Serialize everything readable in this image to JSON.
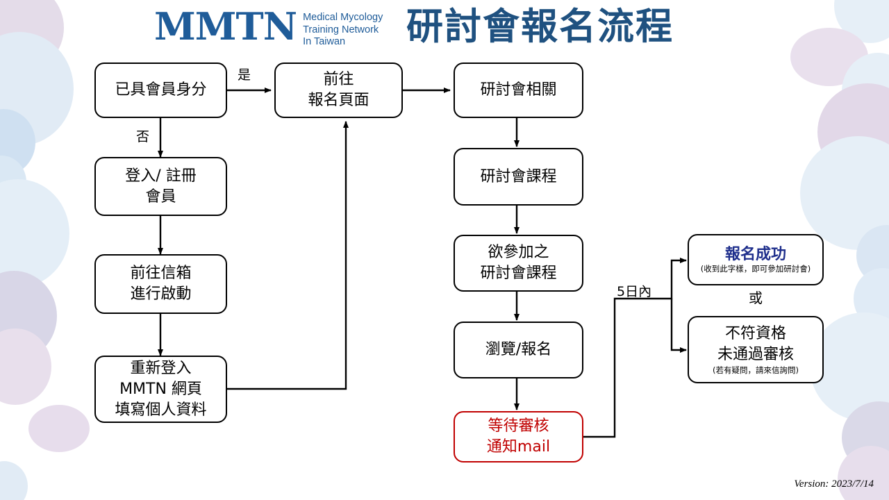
{
  "header": {
    "logo_mark": "MMTN",
    "logo_sub_lines": [
      "Medical Mycology",
      "Training Network",
      "In Taiwan"
    ],
    "title": "研討會報名流程",
    "brand_color": "#1f5c99",
    "title_color": "#1f5180"
  },
  "nodes": {
    "member_check": {
      "lines": [
        "已具會員身分"
      ]
    },
    "goto_signup": {
      "lines": [
        "前往",
        "報名頁面"
      ]
    },
    "login_register": {
      "lines": [
        "登入/ 註冊",
        "會員"
      ]
    },
    "goto_mailbox": {
      "lines": [
        "前往信箱",
        "進行啟動"
      ]
    },
    "relogin_fill": {
      "lines": [
        "重新登入",
        "MMTN 網頁",
        "填寫個人資料"
      ]
    },
    "seminar_related": {
      "lines": [
        "研討會相關"
      ]
    },
    "seminar_course": {
      "lines": [
        "研討會課程"
      ]
    },
    "desired_course": {
      "lines": [
        "欲參加之",
        "研討會課程"
      ]
    },
    "browse_signup": {
      "lines": [
        "瀏覽/報名"
      ]
    },
    "await_review": {
      "lines": [
        "等待審核",
        "通知mail"
      ],
      "color": "#c00000"
    },
    "success": {
      "title": "報名成功",
      "note": "(收到此字樣，即可參加研討會)",
      "title_color": "#1f2f8c"
    },
    "rejected": {
      "lines": [
        "不符資格",
        "未通過審核"
      ],
      "note": "(若有疑問，請來信詢問)"
    }
  },
  "edge_labels": {
    "yes": "是",
    "no": "否",
    "within_5_days": "5日內",
    "or": "或"
  },
  "footer": {
    "version": "Version: 2023/7/14"
  }
}
